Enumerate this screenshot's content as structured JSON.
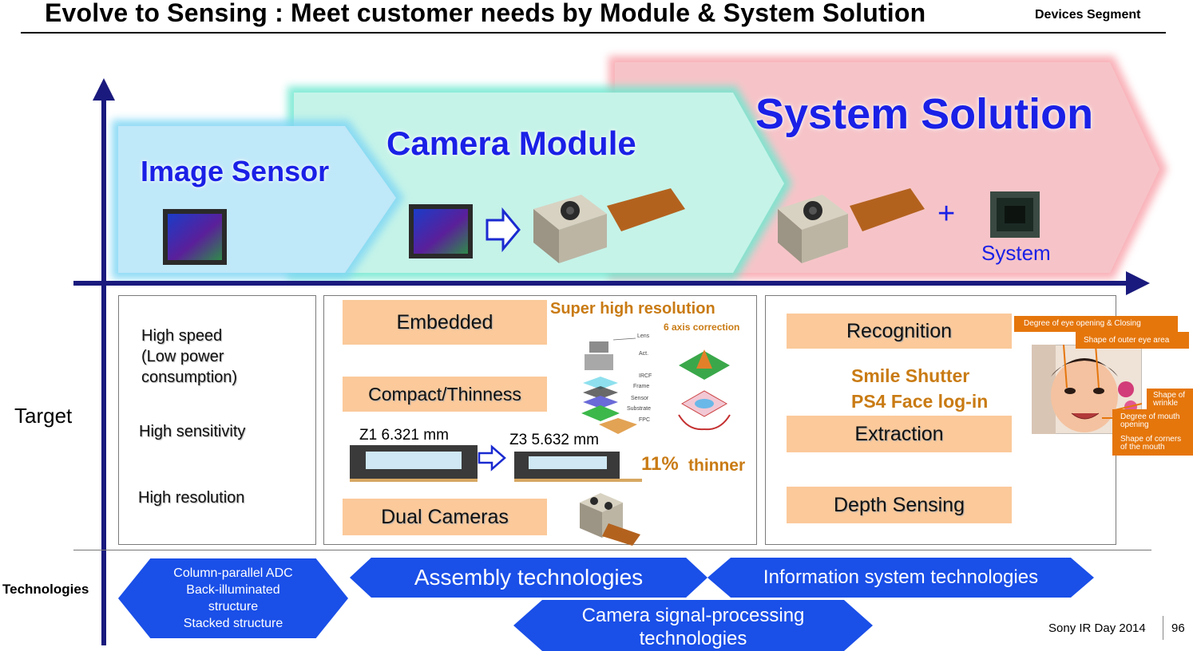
{
  "header": {
    "title": "Evolve to Sensing : Meet customer needs by Module & System Solution",
    "segment": "Devices Segment"
  },
  "stages": {
    "image_sensor": "Image Sensor",
    "camera_module": "Camera Module",
    "system_solution": "System Solution",
    "system_caption": "System",
    "plus": "+"
  },
  "colors": {
    "stage_blue": "#bfe8f8",
    "stage_teal": "#c5f3e8",
    "stage_pink": "#f6c4c8",
    "label_blue": "#1a20e6",
    "axis": "#1a1a7e",
    "box_orange": "#fbc99a",
    "text_orange": "#c97b14",
    "tag_orange": "#e5760c",
    "hex_blue": "#1a4fe8"
  },
  "target": {
    "row_label": "Target",
    "image_sensor": [
      "High speed",
      "(Low power",
      "consumption)",
      "High sensitivity",
      "High resolution"
    ],
    "camera_module": {
      "embedded": "Embedded",
      "compact": "Compact/Thinness",
      "dual": "Dual Cameras",
      "super_high_res": "Super high resolution",
      "axis_correction": "6 axis correction",
      "z1": "Z1 6.321 mm",
      "z3": "Z3 5.632 mm",
      "thinner_pct": "11%",
      "thinner_word": "thinner",
      "parts": [
        "Lens",
        "Act.",
        "IRCF",
        "Frame",
        "Sensor",
        "Substrate",
        "FPC"
      ]
    },
    "system_solution": {
      "recognition": "Recognition",
      "smile": "Smile Shutter",
      "ps4": "PS4 Face log-in",
      "extraction": "Extraction",
      "depth": "Depth Sensing",
      "tags": {
        "eye_open": "Degree of eye opening & Closing",
        "outer_eye": "Shape of outer eye area",
        "wrinkle_1": "Shape of",
        "wrinkle_2": "wrinkle",
        "mouth_open_1": "Degree of mouth",
        "mouth_open_2": "opening",
        "corners_1": "Shape of corners",
        "corners_2": "of the mouth"
      }
    }
  },
  "technologies": {
    "row_label": "Technologies",
    "sensor_lines": [
      "Column-parallel ADC",
      "Back-illuminated",
      "structure",
      "Stacked structure"
    ],
    "assembly": "Assembly technologies",
    "information": "Information system technologies",
    "signal_1": "Camera signal-processing",
    "signal_2": "technologies"
  },
  "footer": {
    "source": "Sony IR Day 2014",
    "page": "96"
  }
}
